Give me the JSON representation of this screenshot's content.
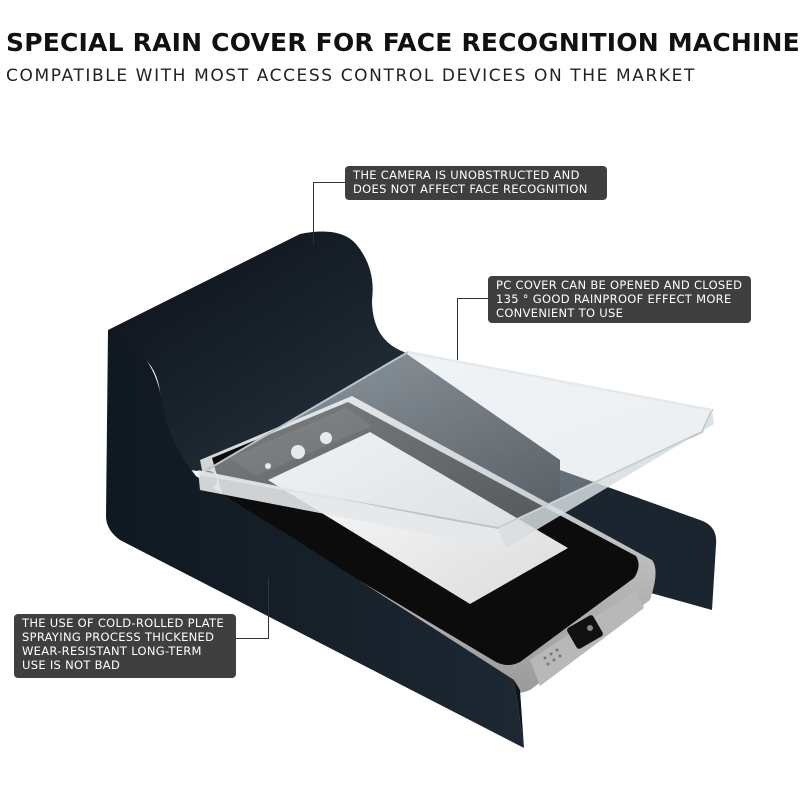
{
  "header": {
    "title": "SPECIAL RAIN COVER FOR FACE RECOGNITION MACHINE",
    "subtitle": "COMPATIBLE WITH MOST ACCESS CONTROL DEVICES ON THE MARKET"
  },
  "callouts": [
    {
      "lines": [
        "THE CAMERA IS UNOBSTRUCTED AND",
        "DOES NOT AFFECT FACE RECOGNITION"
      ]
    },
    {
      "lines": [
        "PC COVER CAN BE OPENED AND CLOSED",
        "135 ° GOOD RAINPROOF EFFECT MORE",
        "CONVENIENT TO USE"
      ]
    },
    {
      "lines": [
        "THE USE OF COLD-ROLLED PLATE",
        "SPRAYING PROCESS THICKENED",
        "WEAR-RESISTANT LONG-TERM",
        "USE IS NOT BAD"
      ]
    }
  ],
  "colors": {
    "housing": "#16202a",
    "callout_bg": "#3f3f3f",
    "callout_text": "#ffffff"
  }
}
